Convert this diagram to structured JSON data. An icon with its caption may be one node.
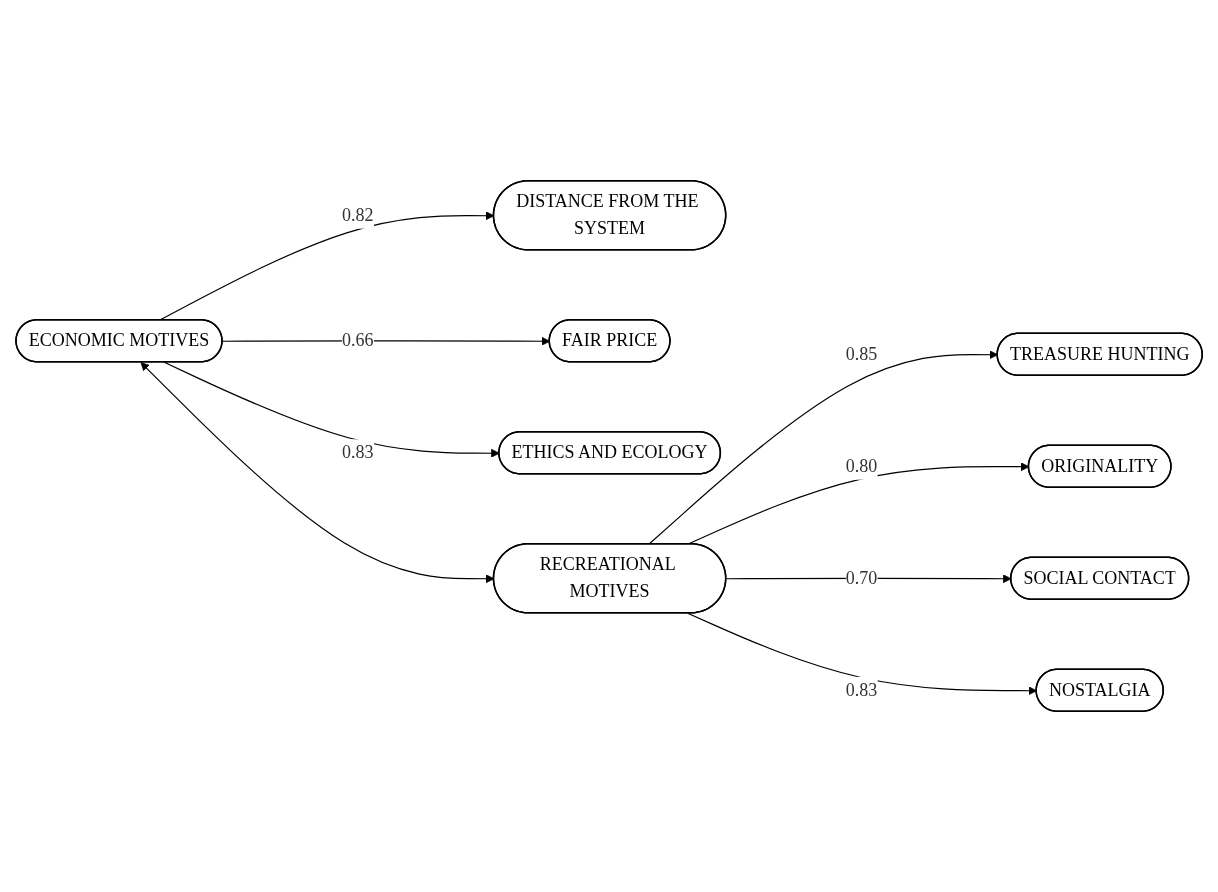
{
  "diagram": {
    "nodes": [
      {
        "text": [
          "ECONOMIC MOTIVES"
        ]
      },
      {
        "text": [
          "DISTANCE FROM THE SYSTEM"
        ]
      },
      {
        "text": [
          "FAIR PRICE"
        ]
      },
      {
        "text": [
          "ETHICS AND ECOLOGY"
        ]
      },
      {
        "text": [
          "RECREATIONAL MOTIVES"
        ]
      },
      {
        "text": [
          "TREASURE HUNTING"
        ]
      },
      {
        "text": [
          "ORIGINALITY"
        ]
      },
      {
        "text": [
          "SOCIAL CONTACT"
        ]
      },
      {
        "text": [
          "NOSTALGIA"
        ]
      }
    ],
    "edges": [
      {
        "from": 0,
        "to": 4,
        "arrow": "both"
      },
      {
        "from": 0,
        "to": 1,
        "arrow": "to",
        "label": "0.82"
      },
      {
        "from": 0,
        "to": 2,
        "arrow": "to",
        "label": "0.66"
      },
      {
        "from": 0,
        "to": 3,
        "arrow": "to",
        "label": "0.83"
      },
      {
        "from": 4,
        "to": 5,
        "arrow": "to",
        "label": "0.85"
      },
      {
        "from": 4,
        "to": 6,
        "arrow": "to",
        "label": "0.80"
      },
      {
        "from": 4,
        "to": 7,
        "arrow": "to",
        "label": "0.70"
      },
      {
        "from": 4,
        "to": 8,
        "arrow": "to",
        "label": "0.83"
      }
    ]
  }
}
